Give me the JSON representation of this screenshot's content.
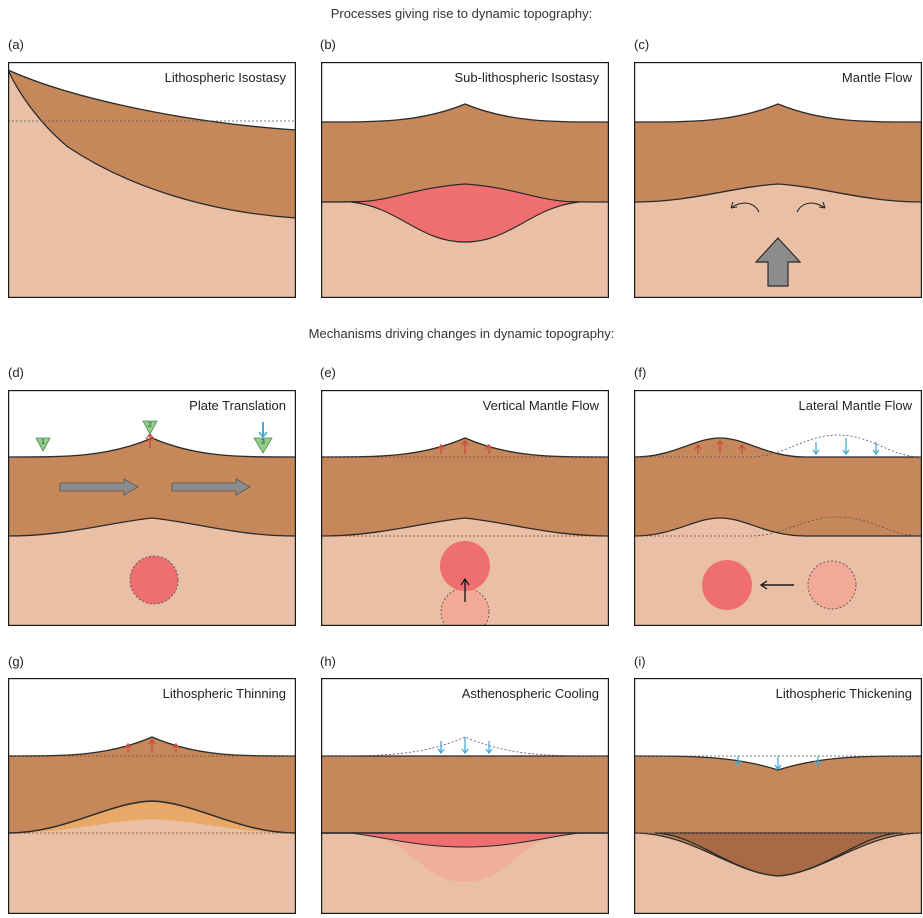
{
  "headings": {
    "processes": "Processes giving rise to dynamic topography:",
    "mechanisms": "Mechanisms driving changes in dynamic topography:"
  },
  "colors": {
    "lithosphere": "#c6875b",
    "asthenosphere": "#e9c0a5",
    "hot_anomaly": "#ef6f70",
    "faded_anomaly": "#f2a996",
    "thinning_fill": "#e8a868",
    "thickening_fill": "#a86a45",
    "uplift_arrow": "#c94b42",
    "subsidence_arrow": "#47a9d6",
    "flow_arrow": "#8c8c8c",
    "marker": "#8fd18b"
  },
  "panels": [
    {
      "label": "(a)",
      "title": "Lithospheric Isostasy"
    },
    {
      "label": "(b)",
      "title": "Sub-lithospheric Isostasy"
    },
    {
      "label": "(c)",
      "title": "Mantle Flow"
    },
    {
      "label": "(d)",
      "title": "Plate Translation",
      "markers": [
        "1",
        "2",
        "3"
      ]
    },
    {
      "label": "(e)",
      "title": "Vertical Mantle Flow"
    },
    {
      "label": "(f)",
      "title": "Lateral Mantle Flow"
    },
    {
      "label": "(g)",
      "title": "Lithospheric Thinning"
    },
    {
      "label": "(h)",
      "title": "Asthenospheric Cooling"
    },
    {
      "label": "(i)",
      "title": "Lithospheric Thickening"
    }
  ]
}
